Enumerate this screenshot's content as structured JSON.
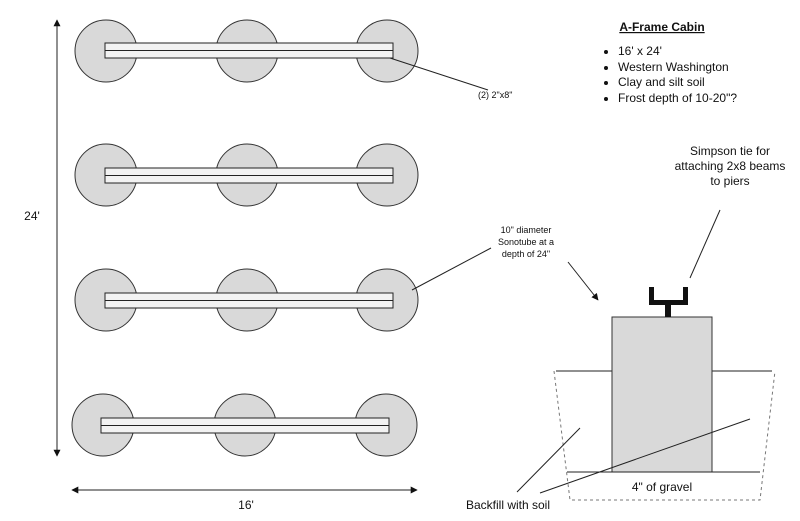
{
  "title": "A-Frame Cabin",
  "specs": [
    "16' x 24'",
    "Western Washington",
    "Clay and silt soil",
    "Frost depth of 10-20\"?"
  ],
  "dimensions": {
    "height_label": "24'",
    "width_label": "16'"
  },
  "callouts": {
    "beam": "(2) 2\"x8\"",
    "sonotube": [
      "10\" diameter",
      "Sonotube at a",
      "depth of 24\""
    ],
    "simpson": [
      "Simpson tie for",
      "attaching 2x8 beams",
      "to piers"
    ],
    "gravel": "4\" of gravel",
    "backfill": "Backfill with soil"
  },
  "layout": {
    "rows": 4,
    "piers_per_row": 3
  }
}
